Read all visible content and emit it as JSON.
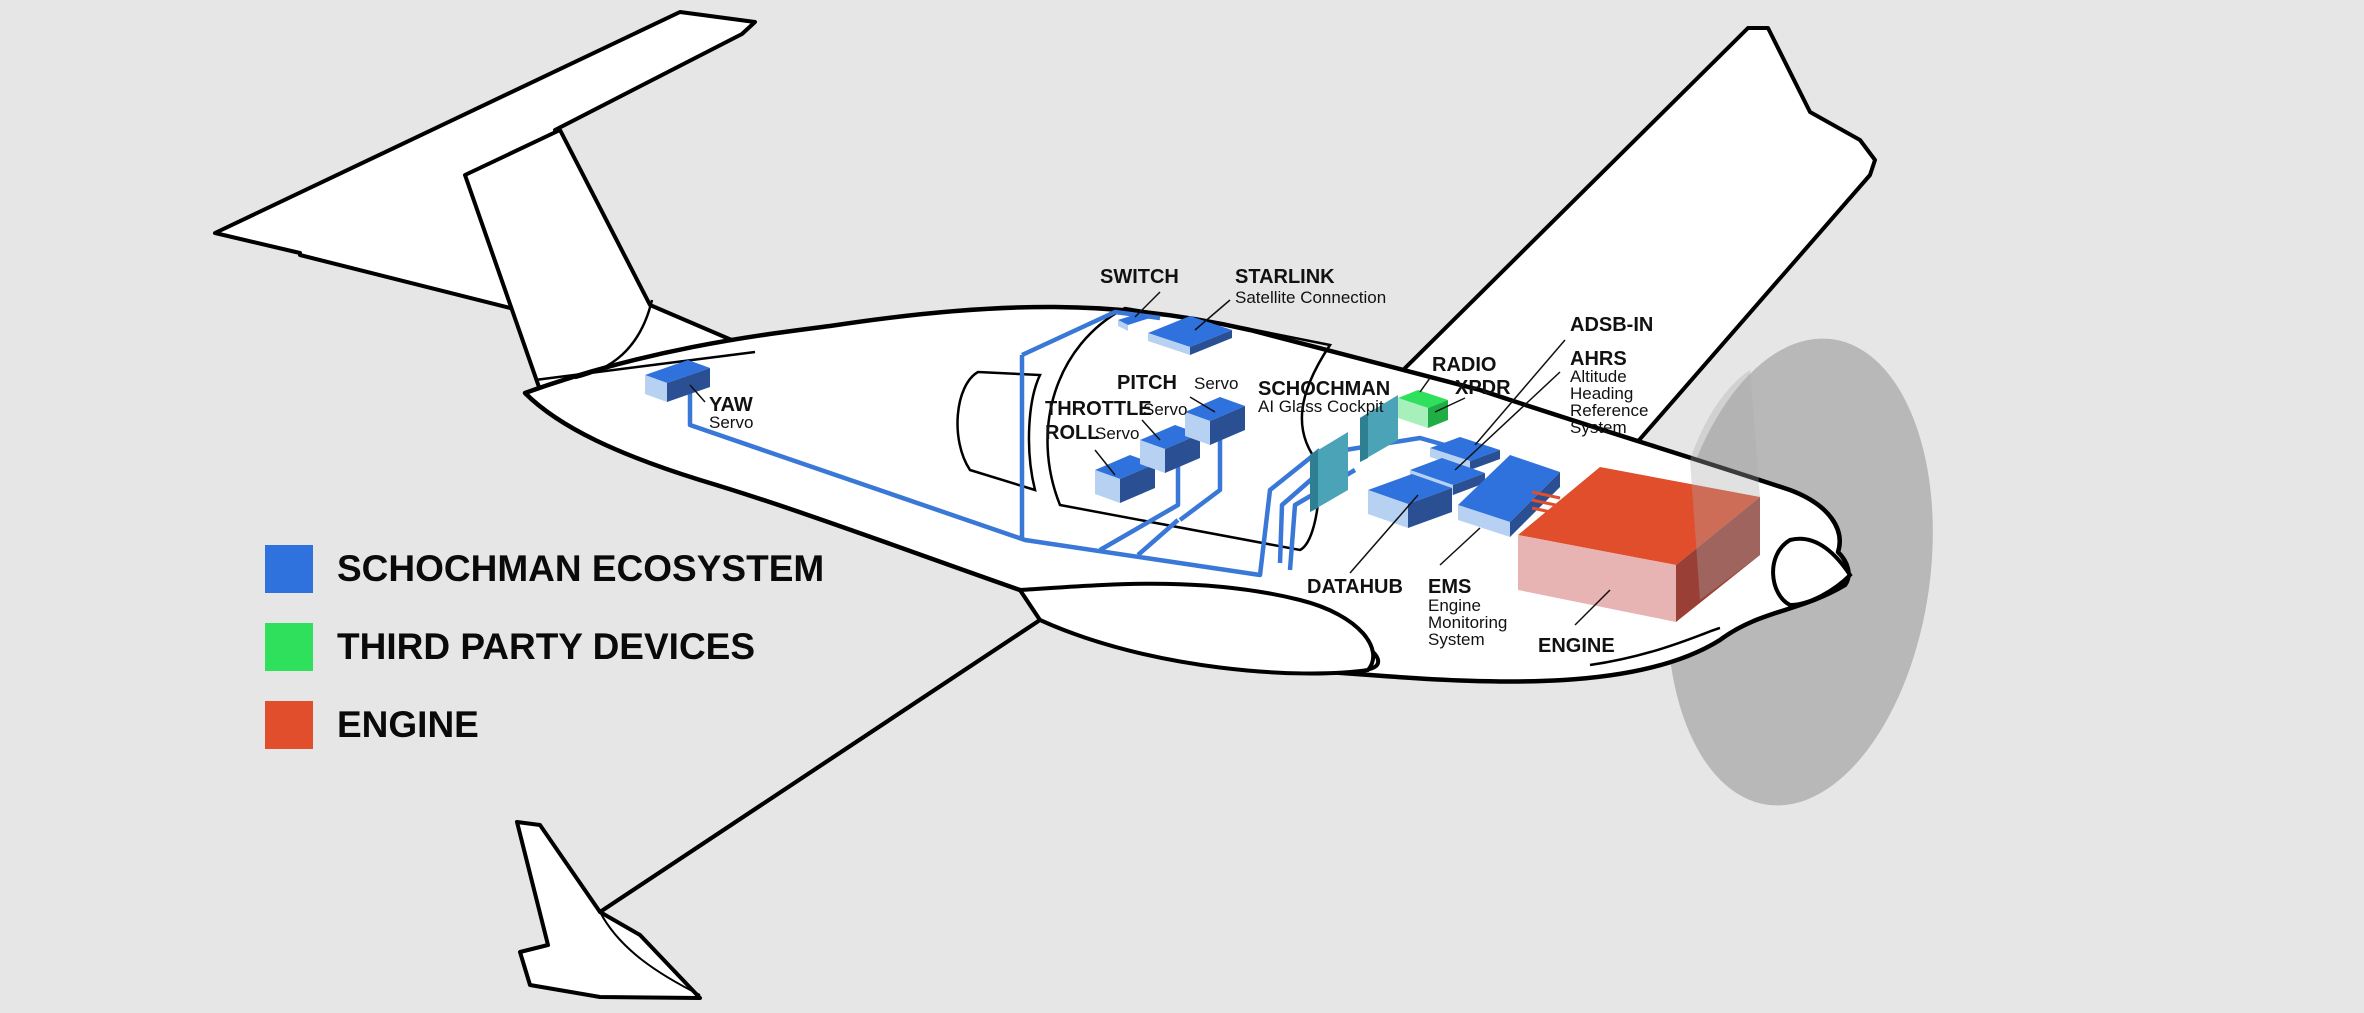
{
  "colors": {
    "background": "#e6e6e6",
    "schochman_ecosystem": "#2f72de",
    "third_party_devices": "#2ee05c",
    "engine": "#e04e2c",
    "propeller_disc": "#a3a3a3",
    "wiring": "#3a78d8"
  },
  "legend": [
    {
      "key": "schochman",
      "label": "SCHOCHMAN ECOSYSTEM",
      "color": "#2f72de"
    },
    {
      "key": "third_party",
      "label": "THIRD PARTY DEVICES",
      "color": "#2ee05c"
    },
    {
      "key": "engine",
      "label": "ENGINE",
      "color": "#e04e2c"
    }
  ],
  "components": {
    "yaw": {
      "name": "YAW",
      "sub": "Servo"
    },
    "switch": {
      "name": "SWITCH"
    },
    "starlink": {
      "name": "STARLINK",
      "sub": "Satellite Connection"
    },
    "pitch": {
      "name": "PITCH",
      "sub": "Servo"
    },
    "throttle": {
      "name": "THROTTLE",
      "sub": "Servo"
    },
    "roll": {
      "name": "ROLL",
      "sub": "Servo"
    },
    "schochman": {
      "name": "SCHOCHMAN",
      "sub": "AI Glass Cockpit"
    },
    "radio": {
      "name": "RADIO"
    },
    "xpdr": {
      "name": "XPDR"
    },
    "adsb": {
      "name": "ADSB-IN"
    },
    "ahrs": {
      "name": "AHRS",
      "sub_lines": [
        "Altitude",
        "Heading",
        "Reference",
        "System"
      ]
    },
    "datahub": {
      "name": "DATAHUB"
    },
    "ems": {
      "name": "EMS",
      "sub_lines": [
        "Engine",
        "Monitoring",
        "System"
      ]
    },
    "engine": {
      "name": "ENGINE"
    }
  }
}
